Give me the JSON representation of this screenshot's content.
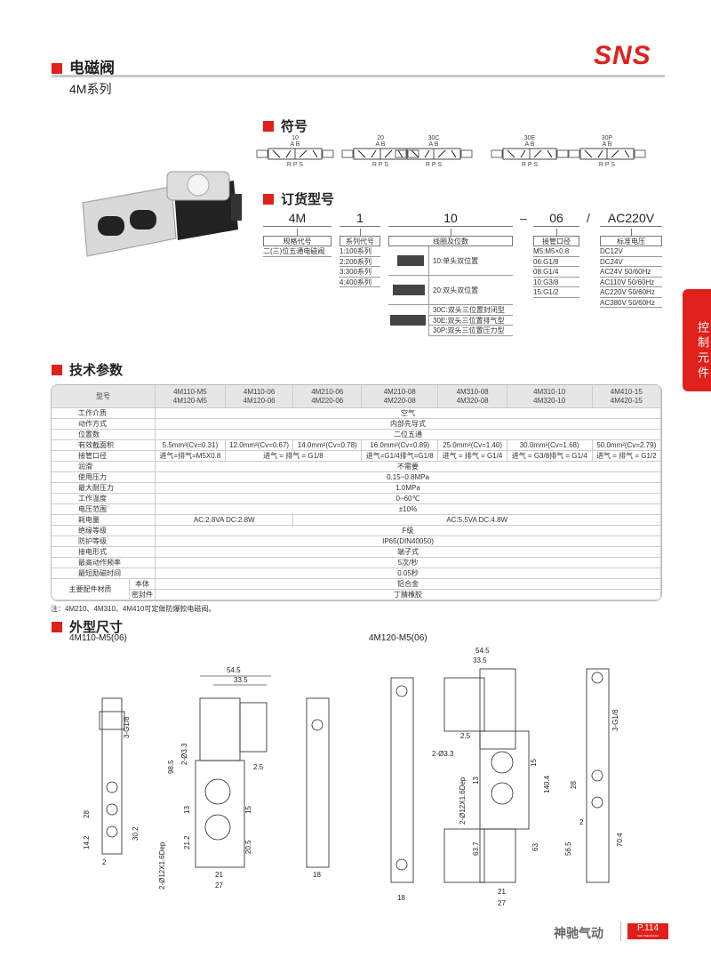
{
  "header": {
    "title": "电磁阀",
    "series": "4M系列",
    "logo": "SNS"
  },
  "side_tab": "控制元件",
  "symbols": {
    "title": "符号",
    "items": [
      {
        "code": "10",
        "ports_top": "A B",
        "ports_bottom": "R P S"
      },
      {
        "code": "20",
        "ports_top": "A B",
        "ports_bottom": "R P S"
      },
      {
        "code": "30C",
        "ports_top": "A B",
        "ports_bottom": "R P S"
      },
      {
        "code": "30E",
        "ports_top": "A B",
        "ports_bottom": "R P S"
      },
      {
        "code": "30P",
        "ports_top": "A B",
        "ports_bottom": "R P S"
      }
    ]
  },
  "ordering": {
    "title": "订货型号",
    "codes": [
      "4M",
      "1",
      "10",
      "–",
      "06",
      "/",
      "AC220V"
    ],
    "spec": {
      "label": "规格代号",
      "values": [
        "二(三)位五通电磁阀"
      ]
    },
    "series": {
      "label": "系列代号",
      "values": [
        "1:100系列",
        "2:200系列",
        "3:300系列",
        "4:400系列"
      ]
    },
    "coil": {
      "label": "线圈及位数",
      "values": [
        "10:单头双位置",
        "20:双头双位置",
        "30C:双头三位置封闭型",
        "30E:双头三位置排气型",
        "30P:双头三位置压力型"
      ]
    },
    "port": {
      "label": "接管口径",
      "values": [
        "M5:M5×0.8",
        "06:G1/8",
        "08:G1/4",
        "10:G3/8",
        "15:G1/2"
      ]
    },
    "voltage": {
      "label": "标准电压",
      "values": [
        "DC12V",
        "DC24V",
        "AC24V 50/60Hz",
        "AC110V 50/60Hz",
        "AC220V 50/60Hz",
        "AC380V 50/60Hz"
      ]
    }
  },
  "tech": {
    "title": "技术参数",
    "header_label": "型号",
    "models": [
      [
        "4M110-M5",
        "4M120-M5"
      ],
      [
        "4M110-06",
        "4M120-06"
      ],
      [
        "4M210-06",
        "4M220-06"
      ],
      [
        "4M210-08",
        "4M220-08"
      ],
      [
        "4M310-08",
        "4M320-08"
      ],
      [
        "4M310-10",
        "4M320-10"
      ],
      [
        "4M410-15",
        "4M420-15"
      ]
    ],
    "rows": [
      {
        "label": "工作介质",
        "cells": [
          [
            "空气",
            7
          ]
        ]
      },
      {
        "label": "动作方式",
        "cells": [
          [
            "内部先导式",
            7
          ]
        ]
      },
      {
        "label": "位置数",
        "cells": [
          [
            "二位五通",
            7
          ]
        ]
      },
      {
        "label": "有效截面积",
        "cells": [
          [
            "5.5mm²(Cv=0.31)",
            1
          ],
          [
            "12.0mm²(Cv=0.67)",
            1
          ],
          [
            "14.0mm²(Cv=0.78)",
            1
          ],
          [
            "16.0mm²(Cv=0.89)",
            1
          ],
          [
            "25.0mm²(Cv=1.40)",
            1
          ],
          [
            "30.0mm²(Cv=1.68)",
            1
          ],
          [
            "50.0mm²(Cv=2.79)",
            1
          ]
        ]
      },
      {
        "label": "接管口径",
        "cells": [
          [
            "进气=排气=M5X0.8",
            1
          ],
          [
            "进气 = 排气 = G1/8",
            2
          ],
          [
            "进气=G1/4排气=G1/8",
            1
          ],
          [
            "进气 = 排气 = G1/4",
            1
          ],
          [
            "进气 = G3/8排气 = G1/4",
            1
          ],
          [
            "进气 = 排气 = G1/2",
            1
          ]
        ]
      },
      {
        "label": "润滑",
        "cells": [
          [
            "不需要",
            7
          ]
        ]
      },
      {
        "label": "使用压力",
        "cells": [
          [
            "0.15~0.8MPa",
            7
          ]
        ]
      },
      {
        "label": "最大耐压力",
        "cells": [
          [
            "1.0MPa",
            7
          ]
        ]
      },
      {
        "label": "工作温度",
        "cells": [
          [
            "0~60℃",
            7
          ]
        ]
      },
      {
        "label": "电压范围",
        "cells": [
          [
            "±10%",
            7
          ]
        ]
      },
      {
        "label": "耗电量",
        "cells": [
          [
            "AC:2.8VA DC:2.8W",
            2
          ],
          [
            "AC:5.5VA DC:4.8W",
            5
          ]
        ]
      },
      {
        "label": "绝缘等级",
        "cells": [
          [
            "F级",
            7
          ]
        ]
      },
      {
        "label": "防护等级",
        "cells": [
          [
            "IP65(DIN40050)",
            7
          ]
        ]
      },
      {
        "label": "接电形式",
        "cells": [
          [
            "端子式",
            7
          ]
        ]
      },
      {
        "label": "最高动作频率",
        "cells": [
          [
            "5次/秒",
            7
          ]
        ]
      },
      {
        "label": "最短励磁时间",
        "cells": [
          [
            "0.05秒",
            7
          ]
        ]
      }
    ],
    "material": {
      "label": "主要配件材质",
      "rows": [
        {
          "sub": "本体",
          "value": "铝合金"
        },
        {
          "sub": "密封件",
          "value": "丁腈橡胶"
        }
      ]
    },
    "note": "注：4M210、4M310、4M410可定做防爆款电磁阀。"
  },
  "dimensions": {
    "title": "外型尺寸",
    "left": {
      "model": "4M110-M5(06)",
      "d": [
        "54.5",
        "33.5",
        "3-G1/8",
        "98.5",
        "2-Ø3.3",
        "2.5",
        "13",
        "15",
        "28",
        "30.2",
        "14.2",
        "2",
        "21.2",
        "20.5",
        "2-Ø12X1.6Dep",
        "21",
        "27",
        "18"
      ]
    },
    "right": {
      "model": "4M120-M5(06)",
      "d": [
        "54.5",
        "33.5",
        "2.5",
        "2-Ø3.3",
        "2-Ø12X1.6Dep",
        "13",
        "15",
        "140.4",
        "63.7",
        "63",
        "18",
        "21",
        "27",
        "3-G1/8",
        "28",
        "56.5",
        "2",
        "70.4"
      ]
    }
  },
  "footer": {
    "brand": "神驰气动",
    "page": "P.114",
    "page_sub": "SNS PNEUMATIC"
  }
}
